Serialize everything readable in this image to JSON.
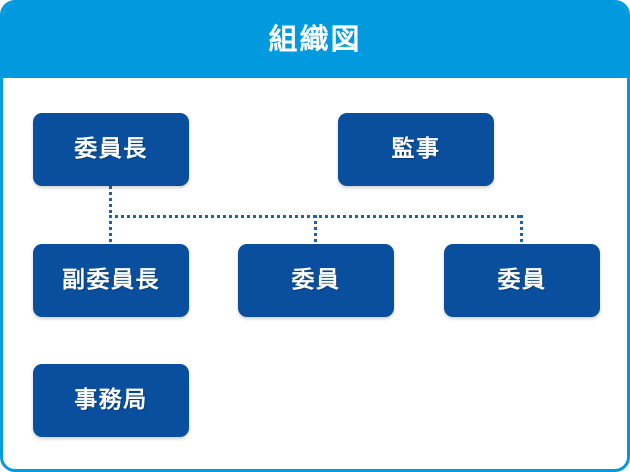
{
  "card": {
    "border_color": "#029ade",
    "background": "#ffffff"
  },
  "header": {
    "title": "組織図",
    "background_color": "#029ade",
    "text_color": "#ffffff"
  },
  "chart_data": {
    "type": "diagram",
    "title": "組織図",
    "node_color": "#0a4f9e",
    "node_text_color": "#ffffff",
    "connector_color": "#1a62ad",
    "connector_style": "dotted",
    "nodes": [
      {
        "id": "chairperson",
        "label": "委員長",
        "row": 1,
        "column": 1
      },
      {
        "id": "auditor",
        "label": "監事",
        "row": 1,
        "column": 2
      },
      {
        "id": "vice-chairperson",
        "label": "副委員長",
        "row": 2,
        "column": 1
      },
      {
        "id": "member-1",
        "label": "委員",
        "row": 2,
        "column": 2
      },
      {
        "id": "member-2",
        "label": "委員",
        "row": 2,
        "column": 3
      },
      {
        "id": "secretariat",
        "label": "事務局",
        "row": 3,
        "column": 1
      }
    ],
    "edges": [
      {
        "from": "chairperson",
        "to": "vice-chairperson"
      },
      {
        "from": "chairperson",
        "to": "member-1"
      },
      {
        "from": "chairperson",
        "to": "member-2"
      }
    ]
  }
}
